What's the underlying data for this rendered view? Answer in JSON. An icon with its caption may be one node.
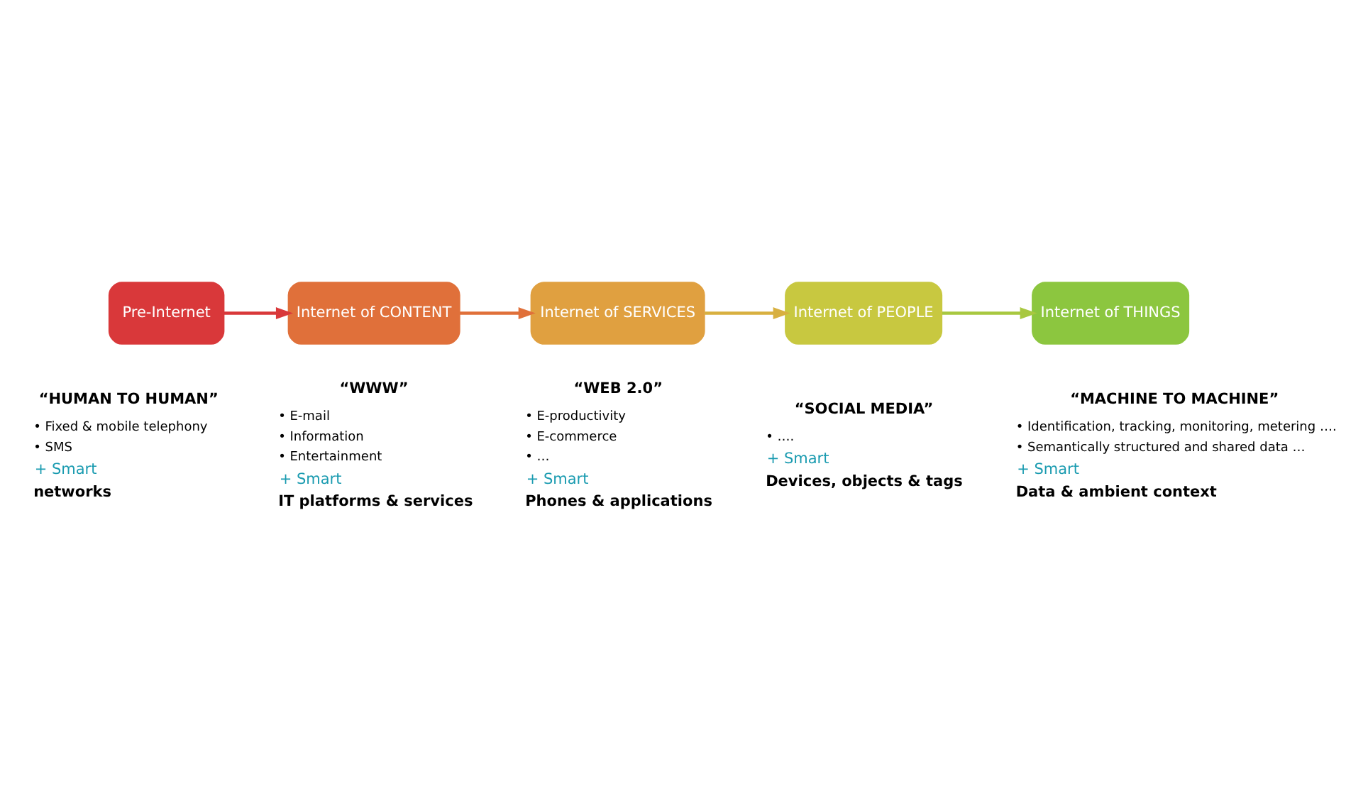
{
  "diagram": {
    "nodes": [
      {
        "text": [
          "Pre-Internet"
        ],
        "beside": [
          "“HUMAN TO HUMAN”",
          "• Fixed & mobile telephony",
          "• SMS",
          "+ Smart",
          "networks"
        ]
      },
      {
        "text": [
          "Internet of CONTENT"
        ],
        "beside": [
          "“WWW”",
          "• E-mail",
          "• Information",
          "• Entertainment",
          "+ Smart",
          "IT platforms & services"
        ]
      },
      {
        "text": [
          "Internet of SERVICES"
        ],
        "beside": [
          "“WEB 2.0”",
          "• E-productivity",
          "• E-commerce",
          "• …",
          "+ Smart",
          "Phones & applications"
        ]
      },
      {
        "text": [
          "Internet of PEOPLE"
        ],
        "beside": [
          "“SOCIAL MEDIA”",
          "• ….",
          "+ Smart",
          "Devices, objects & tags"
        ]
      },
      {
        "text": [
          "Internet of THINGS"
        ],
        "beside": [
          "“MACHINE TO MACHINE”",
          "• Identification, tracking, monitoring, metering ….",
          "• Semantically structured and shared data …",
          "+ Smart",
          "Data & ambient context"
        ]
      }
    ],
    "edges": [
      {
        "from": 0,
        "to": 1,
        "arrow": "to",
        "color": "#d9383a"
      },
      {
        "from": 1,
        "to": 2,
        "arrow": "to",
        "color": "#e0703a"
      },
      {
        "from": 2,
        "to": 3,
        "arrow": "to",
        "color": "#d8b040"
      },
      {
        "from": 3,
        "to": 4,
        "arrow": "to",
        "color": "#a8c840"
      }
    ]
  }
}
